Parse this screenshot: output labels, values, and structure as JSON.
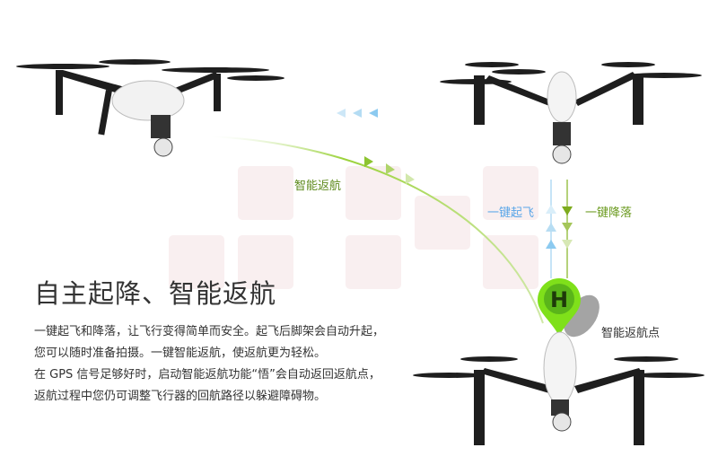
{
  "heading": "自主起降、智能返航",
  "description": [
    "一键起飞和降落，让飞行变得简单而安全。起飞后脚架会自动升起，",
    "您可以随时准备拍摄。一键智能返航，使返航更为轻松。",
    "在 GPS 信号足够好时，启动智能返航功能“悟”会自动返回返航点，",
    "返航过程中您仍可调整飞行器的回航路径以躲避障碍物。"
  ],
  "labels": {
    "smart_return": "智能返航",
    "one_key_takeoff": "一键起飞",
    "one_key_landing": "一键降落",
    "home_point": "智能返航点",
    "home_marker": "H"
  },
  "colors": {
    "green": "#7fe01a",
    "blue_arrow": "#8ccaf0",
    "land_arrow": "#8db52a",
    "tile": "#f9eff0"
  }
}
